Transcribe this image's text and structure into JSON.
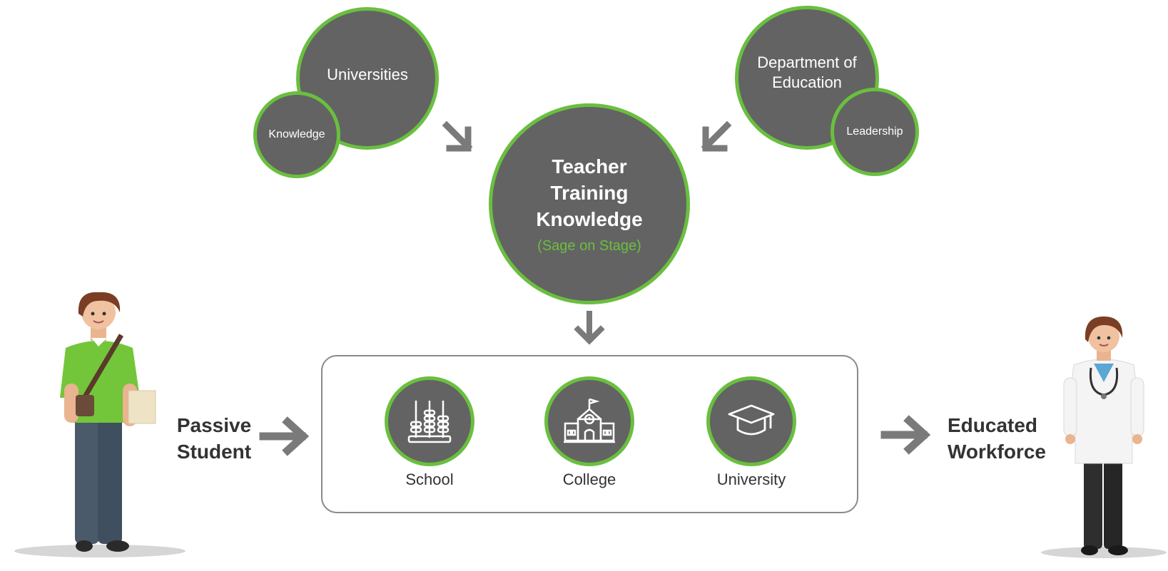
{
  "colors": {
    "circle_fill": "#636363",
    "accent_green": "#6abf3f",
    "arrow_gray": "#7a7a7a",
    "text_dark": "#333333"
  },
  "top_left": {
    "main": "Universities",
    "satellite": "Knowledge"
  },
  "top_right": {
    "main": "Department of Education",
    "satellite": "Leadership"
  },
  "center": {
    "title": "Teacher Training Knowledge",
    "subtitle": "(Sage on Stage)"
  },
  "institutions": [
    {
      "label": "School",
      "icon": "abacus-icon"
    },
    {
      "label": "College",
      "icon": "school-building-icon"
    },
    {
      "label": "University",
      "icon": "graduation-cap-icon"
    }
  ],
  "input_label": "Passive Student",
  "output_label": "Educated Workforce",
  "figures": [
    "student-figure",
    "doctor-figure"
  ]
}
